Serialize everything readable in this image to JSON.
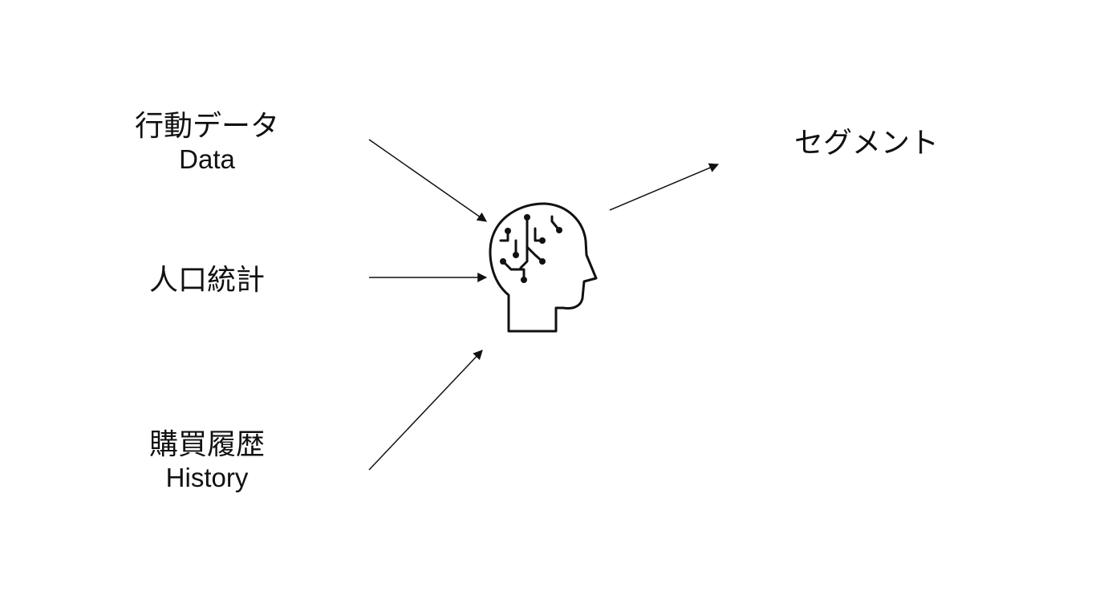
{
  "inputs": [
    {
      "label_jp": "行動データ",
      "label_en": "Data"
    },
    {
      "label_jp": "人口統計",
      "label_en": ""
    },
    {
      "label_jp": "購買履歴",
      "label_en": "History"
    }
  ],
  "output": {
    "label_jp": "セグメント"
  },
  "center": {
    "icon": "ai-brain-head-icon"
  },
  "colors": {
    "stroke": "#111111",
    "background": "#ffffff"
  }
}
